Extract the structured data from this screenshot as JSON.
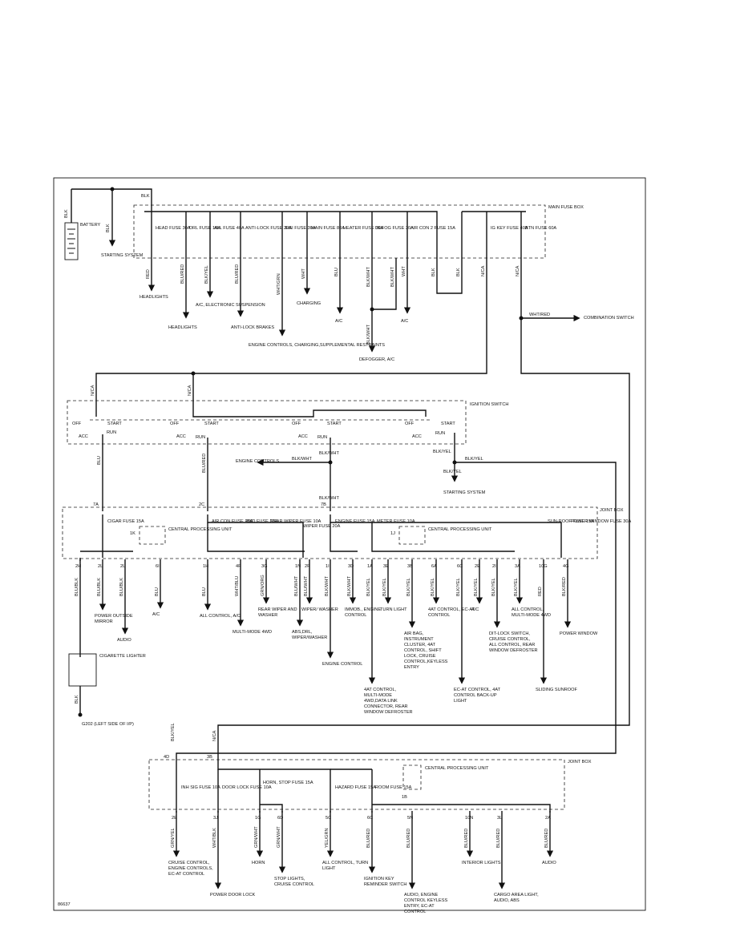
{
  "diagram_code": "86637",
  "battery": {
    "label": "BATTERY",
    "wire": "BLK",
    "top_wire": "BLK"
  },
  "starting_system_top": {
    "wire": "BLK",
    "label": "STARTING SYSTEM"
  },
  "main_fuse_box": {
    "title": "MAIN FUSE BOX",
    "fuses": [
      {
        "name": "HEAD FUSE 30A",
        "wire": "RED",
        "dest": "HEADLIGHTS"
      },
      {
        "name": "DRL FUSE 10A",
        "wire": "BLU/RED",
        "dest": "HEADLIGHTS"
      },
      {
        "name": "ALL FUSE 40A",
        "wire": "BLK/YEL",
        "dest": "A/C, ELECTRONIC SUSPENSION"
      },
      {
        "name": "ANTI-LOCK FUSE 20A",
        "wire": "BLU/RED",
        "dest": "ANTI-LOCK BRAKES"
      },
      {
        "name": "EGI FUSE 30A",
        "wire": "WHT/GRN",
        "dest": "ENGINE CONTROLS, CHARGING,SUPPLEMENTAL RESTRAINTS"
      },
      {
        "name": "MAIN FUSE 80A",
        "wire": "WHT",
        "dest": "CHARGING"
      },
      {
        "name": "HEATER FUSE 30A",
        "wire": "BLU",
        "dest": "A/C"
      },
      {
        "name": "DEFOG FUSE 30A",
        "wire": "BLK/WHT",
        "wire2": "BLK/WHT",
        "wire3": "BLK/WHT",
        "dest": "DEFOGGER, A/C"
      },
      {
        "name": "AIR CON 2 FUSE 15A",
        "wire": "WHT",
        "dest": "A/C"
      },
      {
        "name": "IG KEY FUSE 40A",
        "wire": "BLK",
        "wire2": "BLK",
        "wire3": "N/CA"
      },
      {
        "name": "BTN FUSE 60A",
        "wire": "N/CA"
      }
    ]
  },
  "combination_switch": {
    "wire": "WHT/RED",
    "label": "COMBINATION SWITCH"
  },
  "ignition_switch": {
    "title": "IGNITION SWITCH",
    "in_wire_1": "N/CA",
    "in_wire_2": "N/CA",
    "positions": {
      "off": "OFF",
      "acc": "ACC",
      "start": "START",
      "run": "RUN"
    },
    "out_wires": [
      "BLU",
      "BLU/RED",
      "BLK/WHT",
      "BLK/YEL"
    ],
    "engine_controls": "ENGINE CONTROLS",
    "engine_controls_wire": "BLK/WHT",
    "starting_wire": "BLK/YEL",
    "starting_label": "STARTING SYSTEM",
    "joint_wire": "BLK/YEL"
  },
  "joint_box_1": {
    "title": "JOINT BOX",
    "inputs": [
      "7A",
      "2C",
      "7B"
    ],
    "input_wire": "BLK/WHT",
    "cpu": "CENTRAL PROCESSING UNIT",
    "cpu_pin_a": "1K",
    "cpu_pin_b": "1J",
    "fuses": [
      "CIGAR FUSE 15A",
      "AIR CON FUSE 15A",
      "4WD FUSE 20A",
      "REAR WIPER FUSE 10A",
      "WIPER FUSE 20A",
      "ENGINE FUSE 15A",
      "METER FUSE 10A",
      "SUN-ROOF FUSE 15A",
      "POWER WINDOW FUSE 30A"
    ],
    "outputs": [
      {
        "pin": "2H",
        "wire": "BLU/BLK",
        "dest": ""
      },
      {
        "pin": "2L",
        "wire": "BLU/BLK",
        "dest": "POWER OUTSIDE MIRROR"
      },
      {
        "pin": "2L",
        "wire": "BLU/BLK",
        "dest": "AUDIO"
      },
      {
        "pin": "6I",
        "wire": "BLU",
        "dest": "A/C"
      },
      {
        "pin": "1H",
        "wire": "BLU",
        "dest": "ALL CONTROL, A/C"
      },
      {
        "pin": "4F",
        "wire": "WHT/BLU",
        "dest": "MULTI-MODE 4WD"
      },
      {
        "pin": "3G",
        "wire": "GRN/ORG",
        "dest": "REAR WIPER AND WASHER"
      },
      {
        "pin": "1N",
        "wire": "BLU/WHT",
        "dest": "ABS,DRL, WIPER/WASHER"
      },
      {
        "pin": "2F",
        "wire": "BLU/WHT",
        "dest": "WIPER/ WASHER"
      },
      {
        "pin": "1I",
        "wire": "BLK/WHT",
        "dest": "ENGINE CONTROL"
      },
      {
        "pin": "3D",
        "wire": "BLK/WHT",
        "dest": "IMMOB., ENGINE CONTROL"
      },
      {
        "pin": "1A",
        "wire": "BLK/YEL",
        "dest": "4AT CONTROL, MULTI-MODE 4WD,DATA LINK CONNECTOR, REAR WINDOW DEFROSTER"
      },
      {
        "pin": "3E",
        "wire": "BLK/YEL",
        "dest": "TURN LIGHT"
      },
      {
        "pin": "3B",
        "wire": "BLK/YEL",
        "dest": "AIR BAG, INSTRUMENT CLUSTER, 4AT CONTROL, SHIFT LOCK, CRUISE CONTROL,KEYLESS ENTRY"
      },
      {
        "pin": "6A",
        "wire": "BLK/YEL",
        "dest": "4AT CONTROL, EC-AT CONTROL"
      },
      {
        "pin": "6C",
        "wire": "BLK/YEL",
        "dest": "EC-AT CONTROL, 4AT CONTROL BACK-UP LIGHT"
      },
      {
        "pin": "2E",
        "wire": "BLK/YEL",
        "dest": "A/C"
      },
      {
        "pin": "2I",
        "wire": "BLK/YEL",
        "dest": "DIT-LOCK SWITCH, CRUISE CONTROL, ALL CONTROL, REAR WINDOW DEFROSTER"
      },
      {
        "pin": "3A",
        "wire": "BLK/YEL",
        "dest": "ALL CONTROL, MULTI-MODE 4WD"
      },
      {
        "pin": "10G",
        "wire": "RED",
        "dest": "SLIDING SUNROOF"
      },
      {
        "pin": "4G",
        "wire": "BLK/RED",
        "dest": "POWER WINDOW"
      }
    ]
  },
  "cigarette_lighter": {
    "label": "CIGARETTE LIGHTER",
    "wire": "BLK",
    "ground": "G202 (LEFT SIDE OF I/P)"
  },
  "joint_box_2": {
    "title": "JOINT BOX",
    "inputs": [
      {
        "pin": "4D",
        "wire": "BLK/YEL"
      },
      {
        "pin": "3B",
        "wire": "N/CA"
      }
    ],
    "cpu": "CENTRAL PROCESSING UNIT",
    "cpu_pin": "1B",
    "fuses": [
      "INH SIG FUSE 10A",
      "DOOR LOCK FUSE 10A",
      "HORN, STOP FUSE 15A",
      "HAZARD FUSE 15A",
      "ROOM FUSE 15A"
    ],
    "outputs": [
      {
        "pin": "2E",
        "wire": "GRN/YEL",
        "dest": "CRUISE CONTROL, ENGINE CONTROLS, EC-AT CONTROL"
      },
      {
        "pin": "3J",
        "wire": "WHT/BLK",
        "dest": "POWER DOOR LOCK"
      },
      {
        "pin": "1G",
        "wire": "GRN/WHT",
        "dest": "HORN"
      },
      {
        "pin": "6D",
        "wire": "GRN/WHT",
        "dest": "STOP LIGHTS, CRUISE CONTROL"
      },
      {
        "pin": "5C",
        "wire": "YEL/GRN",
        "dest": "ALL CONTROL, TURN LIGHT"
      },
      {
        "pin": "6C",
        "wire": "BLU/RED",
        "dest": "IGNITION KEY REMINDER SWITCH"
      },
      {
        "pin": "5N",
        "wire": "BLU/RED",
        "dest": "AUDIO, ENGINE CONTROL KEYLESS ENTRY, EC-AT CONTROL"
      },
      {
        "pin": "10N",
        "wire": "BLU/RED",
        "dest": "INTERIOR LIGHTS"
      },
      {
        "pin": "3L",
        "wire": "BLU/RED",
        "dest": "CARGO AREA LIGHT, AUDIO, ABS"
      },
      {
        "pin": "2A",
        "wire": "BLU/RED",
        "dest": "AUDIO"
      }
    ]
  }
}
